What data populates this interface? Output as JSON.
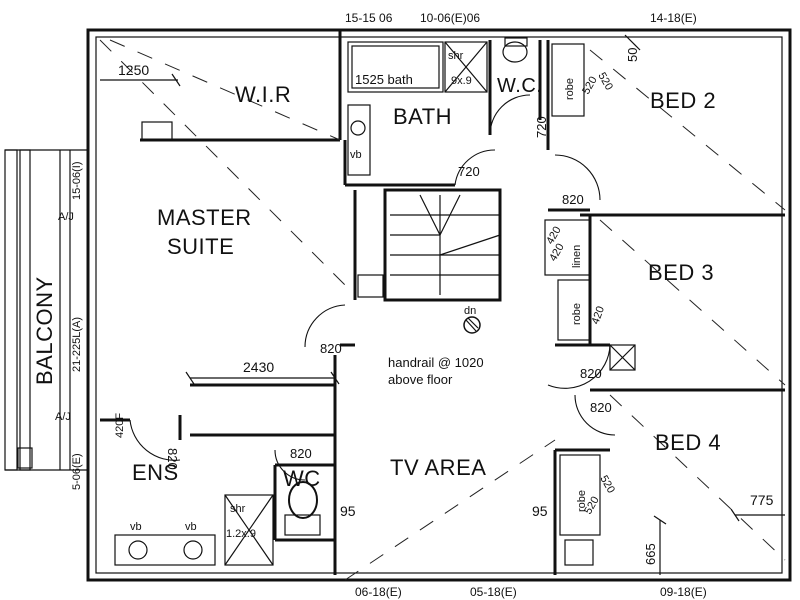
{
  "rooms": {
    "wir": "W.I.R",
    "bath": "BATH",
    "wc_upper": "W.C.",
    "bed2": "BED 2",
    "master_line1": "MASTER",
    "master_line2": "SUITE",
    "bed3": "BED 3",
    "bed4": "BED 4",
    "tv_area": "TV AREA",
    "ens": "ENS",
    "wc_lower": "WC",
    "balcony": "BALCONY"
  },
  "fixtures": {
    "bath_tub": "1525 bath",
    "shower_upper": "shr",
    "shower_upper_size": "9x.9",
    "vanity": "vb",
    "vanity_ens_left": "vb",
    "vanity_ens_right": "vb",
    "shower_lower": "shr",
    "shower_lower_size": "1.2x.9",
    "robe_bed2": "robe",
    "robe_bed3": "robe",
    "robe_bed4": "robe",
    "linen": "linen",
    "stair_dn": "dn"
  },
  "dimensions": {
    "d1250": "1250",
    "d50": "50",
    "d720_wc": "720",
    "d720_bath": "720",
    "d820_bed2": "820",
    "d820_master": "820",
    "d2430": "2430",
    "d820_ens": "820",
    "d820_wc": "820",
    "d820_bed3": "820",
    "d820_bed4": "820",
    "d95_left": "95",
    "d95_right": "95",
    "d775": "775",
    "d665": "665",
    "d420f": "420F",
    "d520_a": "520",
    "d520_b": "520",
    "d520_c": "520",
    "d520_d": "520",
    "d420_a": "420",
    "d420_b": "420",
    "d420_c": "420"
  },
  "annotations": {
    "handrail_line1": "handrail @ 1020",
    "handrail_line2": "above floor",
    "window_left_1": "15-06(I)",
    "window_left_2": "21-225L(A)",
    "window_left_3": "5-06(E)",
    "wall_tag_1": "A/J",
    "wall_tag_2": "A/J",
    "top_tag_1": "15-15 06",
    "top_tag_2": "10-06(E)06",
    "top_tag_3": "14-18(E)",
    "bottom_tag_1": "06-18(E)",
    "bottom_tag_2": "05-18(E)",
    "bottom_tag_3": "09-18(E)"
  }
}
